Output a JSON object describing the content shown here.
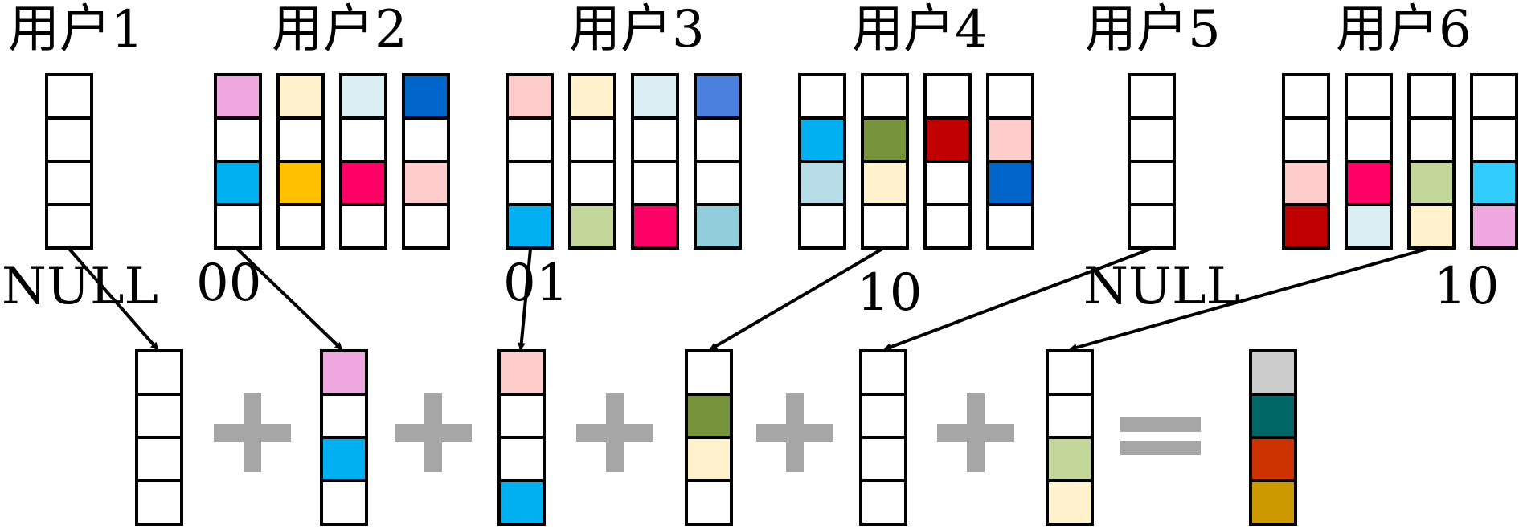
{
  "colors": {
    "operator": "#a6a6a6",
    "outline": "#000000",
    "empty": "#ffffff"
  },
  "users": [
    {
      "label": "用户1",
      "code": "NULL",
      "columns": [
        [
          "#ffffff",
          "#ffffff",
          "#ffffff",
          "#ffffff"
        ]
      ]
    },
    {
      "label": "用户2",
      "code": "00",
      "columns": [
        [
          "#f0a8e0",
          "#ffffff",
          "#00b0f0",
          "#ffffff"
        ],
        [
          "#fff2cc",
          "#ffffff",
          "#ffc000",
          "#ffffff"
        ],
        [
          "#daeef3",
          "#ffffff",
          "#ff0066",
          "#ffffff"
        ],
        [
          "#0066cc",
          "#ffffff",
          "#ffcccc",
          "#ffffff"
        ]
      ]
    },
    {
      "label": "用户3",
      "code": "01",
      "columns": [
        [
          "#ffcccc",
          "#ffffff",
          "#ffffff",
          "#00b0f0"
        ],
        [
          "#fff2cc",
          "#ffffff",
          "#ffffff",
          "#c4d79b"
        ],
        [
          "#daeef3",
          "#ffffff",
          "#ffffff",
          "#ff0066"
        ],
        [
          "#4a7fde",
          "#ffffff",
          "#ffffff",
          "#92cddc"
        ]
      ]
    },
    {
      "label": "用户4",
      "code": "10",
      "columns": [
        [
          "#ffffff",
          "#00b0f0",
          "#b7dee8",
          "#ffffff"
        ],
        [
          "#ffffff",
          "#77933c",
          "#fff2cc",
          "#ffffff"
        ],
        [
          "#ffffff",
          "#c00000",
          "#ffffff",
          "#ffffff"
        ],
        [
          "#ffffff",
          "#ffcccc",
          "#0066cc",
          "#ffffff"
        ]
      ]
    },
    {
      "label": "用户5",
      "code": "NULL",
      "columns": [
        [
          "#ffffff",
          "#ffffff",
          "#ffffff",
          "#ffffff"
        ]
      ]
    },
    {
      "label": "用户6",
      "code": "10",
      "columns": [
        [
          "#ffffff",
          "#ffffff",
          "#ffcccc",
          "#c00000"
        ],
        [
          "#ffffff",
          "#ffffff",
          "#ff0066",
          "#daeef3"
        ],
        [
          "#ffffff",
          "#ffffff",
          "#c4d79b",
          "#fff2cc"
        ],
        [
          "#ffffff",
          "#ffffff",
          "#33ccff",
          "#f0a8e0"
        ]
      ]
    }
  ],
  "selected": [
    [
      "#ffffff",
      "#ffffff",
      "#ffffff",
      "#ffffff"
    ],
    [
      "#f0a8e0",
      "#ffffff",
      "#00b0f0",
      "#ffffff"
    ],
    [
      "#ffcccc",
      "#ffffff",
      "#ffffff",
      "#00b0f0"
    ],
    [
      "#ffffff",
      "#77933c",
      "#fff2cc",
      "#ffffff"
    ],
    [
      "#ffffff",
      "#ffffff",
      "#ffffff",
      "#ffffff"
    ],
    [
      "#ffffff",
      "#ffffff",
      "#c4d79b",
      "#fff2cc"
    ]
  ],
  "operators": [
    "+",
    "+",
    "+",
    "+",
    "+",
    "="
  ],
  "result": [
    "#cccccc",
    "#006666",
    "#cc3300",
    "#cc9900"
  ]
}
